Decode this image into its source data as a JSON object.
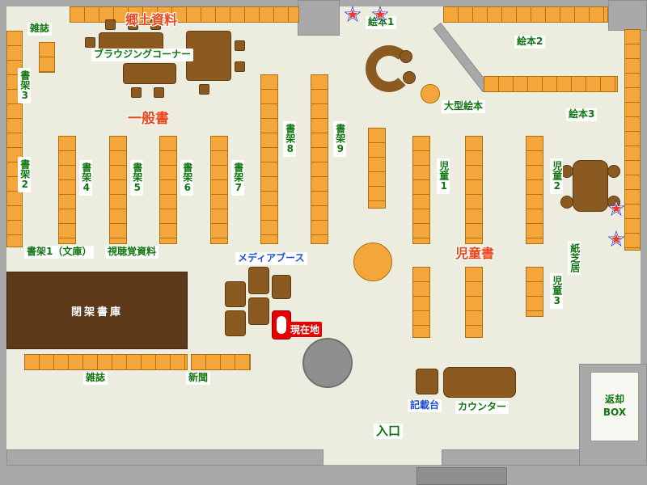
{
  "colors": {
    "floor": "#EDEDDF",
    "wall": "#A8A8A8",
    "shelf_orange": "#F4A63A",
    "furniture_brown": "#8A5A20",
    "closed_stacks_brown": "#5C3A1A",
    "label_green": "#117511",
    "label_red": "#E8481C",
    "label_blue": "#1E4FD6",
    "current_location_red": "#E60000",
    "star_red": "#E8392B",
    "star_blue": "#2B35C8"
  },
  "labels": {
    "magazines_top": "雑誌",
    "local_materials": "郷土資料",
    "browsing_corner": "ブラウジングコーナー",
    "shelf3": "書架3",
    "shelf2": "書架2",
    "general_books": "一般書",
    "shelf4": "書架4",
    "shelf5": "書架5",
    "shelf6": "書架6",
    "shelf7": "書架7",
    "shelf8": "書架8",
    "shelf9": "書架9",
    "picture_books1": "絵本1",
    "picture_books2": "絵本2",
    "picture_books3": "絵本3",
    "large_picture_books": "大型絵本",
    "children1": "児童1",
    "children2": "児童2",
    "children3": "児童3",
    "children_books": "児童書",
    "kamishibai": "紙芝居",
    "shelf1_bunko": "書架1（文庫）",
    "audiovisual": "視聴覚資料",
    "media_booth": "メディアブース",
    "closed_stacks": "閉架書庫",
    "current_location": "現在地",
    "magazines_bottom": "雑誌",
    "newspapers": "新聞",
    "writing_stand": "記載台",
    "counter": "カウンター",
    "return_box": "返却\nBOX",
    "entrance": "入口"
  }
}
